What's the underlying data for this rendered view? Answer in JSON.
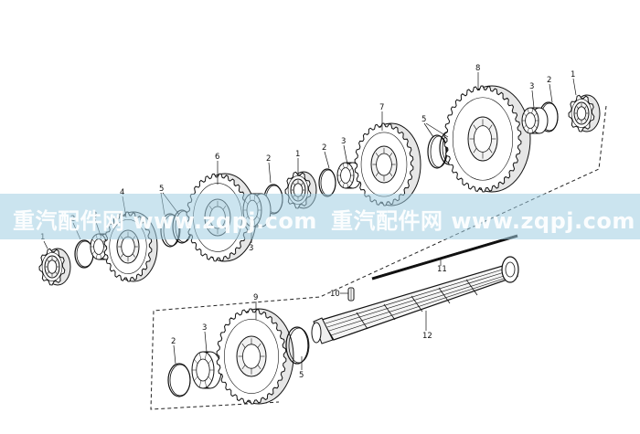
{
  "diagram": {
    "callouts": [
      {
        "id": "c1a",
        "label": "1"
      },
      {
        "id": "c2a",
        "label": "2"
      },
      {
        "id": "c3a",
        "label": "3"
      },
      {
        "id": "c4",
        "label": "4"
      },
      {
        "id": "c5a",
        "label": "5"
      },
      {
        "id": "c6",
        "label": "6"
      },
      {
        "id": "c2b",
        "label": "2"
      },
      {
        "id": "c3b",
        "label": "3"
      },
      {
        "id": "c1b",
        "label": "1"
      },
      {
        "id": "c2c",
        "label": "2"
      },
      {
        "id": "c3c",
        "label": "3"
      },
      {
        "id": "c7",
        "label": "7"
      },
      {
        "id": "c5b",
        "label": "5"
      },
      {
        "id": "c8",
        "label": "8"
      },
      {
        "id": "c3d",
        "label": "3"
      },
      {
        "id": "c2d",
        "label": "2"
      },
      {
        "id": "c1c",
        "label": "1"
      },
      {
        "id": "c11",
        "label": "11"
      },
      {
        "id": "c10",
        "label": "10"
      },
      {
        "id": "c12",
        "label": "12"
      },
      {
        "id": "c9",
        "label": "9"
      },
      {
        "id": "c2e",
        "label": "2"
      },
      {
        "id": "c3e",
        "label": "3"
      },
      {
        "id": "c5c",
        "label": "5"
      }
    ]
  },
  "watermark": {
    "left_text": "重汽配件网 www.zqpj.com",
    "right_text": "重汽配件网 www.zqpj.com"
  }
}
